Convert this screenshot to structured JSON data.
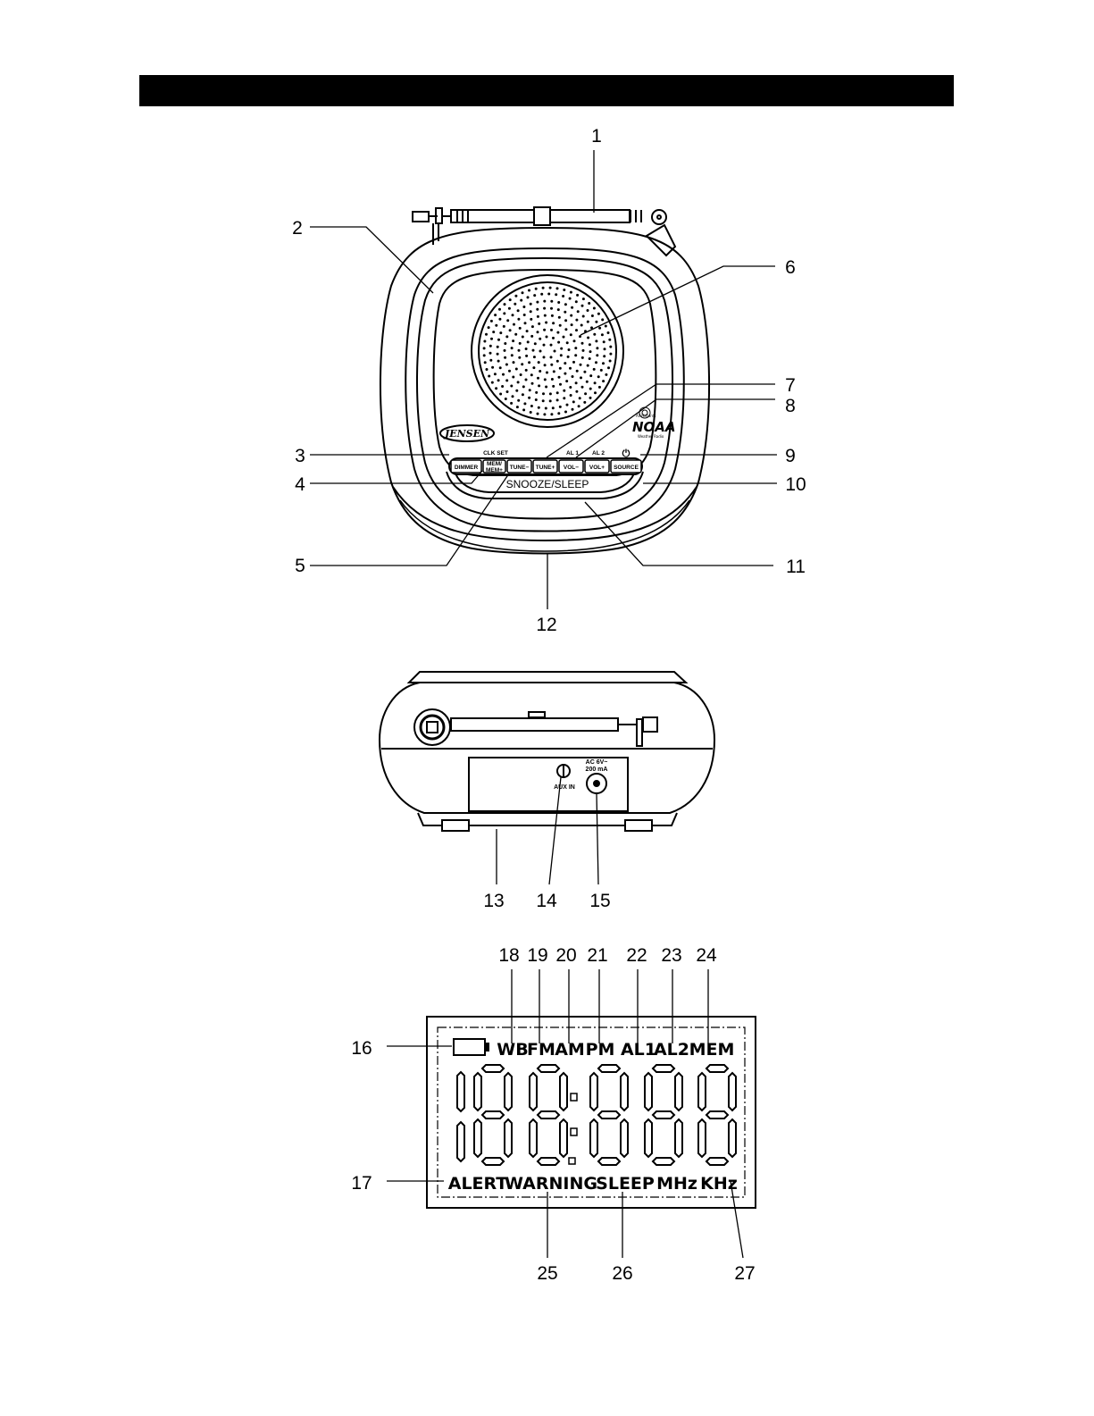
{
  "front_buttons": [
    {
      "name": "dimmer-button",
      "label": "DIMMER"
    },
    {
      "name": "mem-button",
      "label": "MEM/\nMEM+"
    },
    {
      "name": "tune-down-button",
      "label": "TUNE−"
    },
    {
      "name": "tune-up-button",
      "label": "TUNE+"
    },
    {
      "name": "vol-down-button",
      "label": "VOL−"
    },
    {
      "name": "vol-up-button",
      "label": "VOL+"
    },
    {
      "name": "source-button",
      "label": "SOURCE"
    }
  ],
  "front_labels": {
    "clk_set": "CLK SET",
    "al1": "AL 1",
    "al2": "AL 2",
    "power_symbol": "⏻",
    "snooze_sleep": "SNOOZE/SLEEP",
    "brand": "JENSEN",
    "noaa": "NOAA",
    "noaa_top": "All Hazards",
    "noaa_bottom": "Weather Radio"
  },
  "rear_labels": {
    "aux_in": "AUX IN",
    "power_rating_1": "AC 6V~",
    "power_rating_2": "200 mA"
  },
  "lcd": {
    "top_indicators": [
      "WB",
      "FM",
      "AM",
      "PM",
      "AL1",
      "AL2",
      "MEM"
    ],
    "bottom_indicators": [
      "ALERT",
      "WARNING",
      "SLEEP",
      "MHz",
      "KHz"
    ]
  },
  "callouts": [
    "1",
    "2",
    "3",
    "4",
    "5",
    "6",
    "7",
    "8",
    "9",
    "10",
    "11",
    "12",
    "13",
    "14",
    "15",
    "16",
    "17",
    "18",
    "19",
    "20",
    "21",
    "22",
    "23",
    "24",
    "25",
    "26",
    "27"
  ],
  "colors": {
    "ink": "#000000",
    "paper": "#ffffff"
  }
}
